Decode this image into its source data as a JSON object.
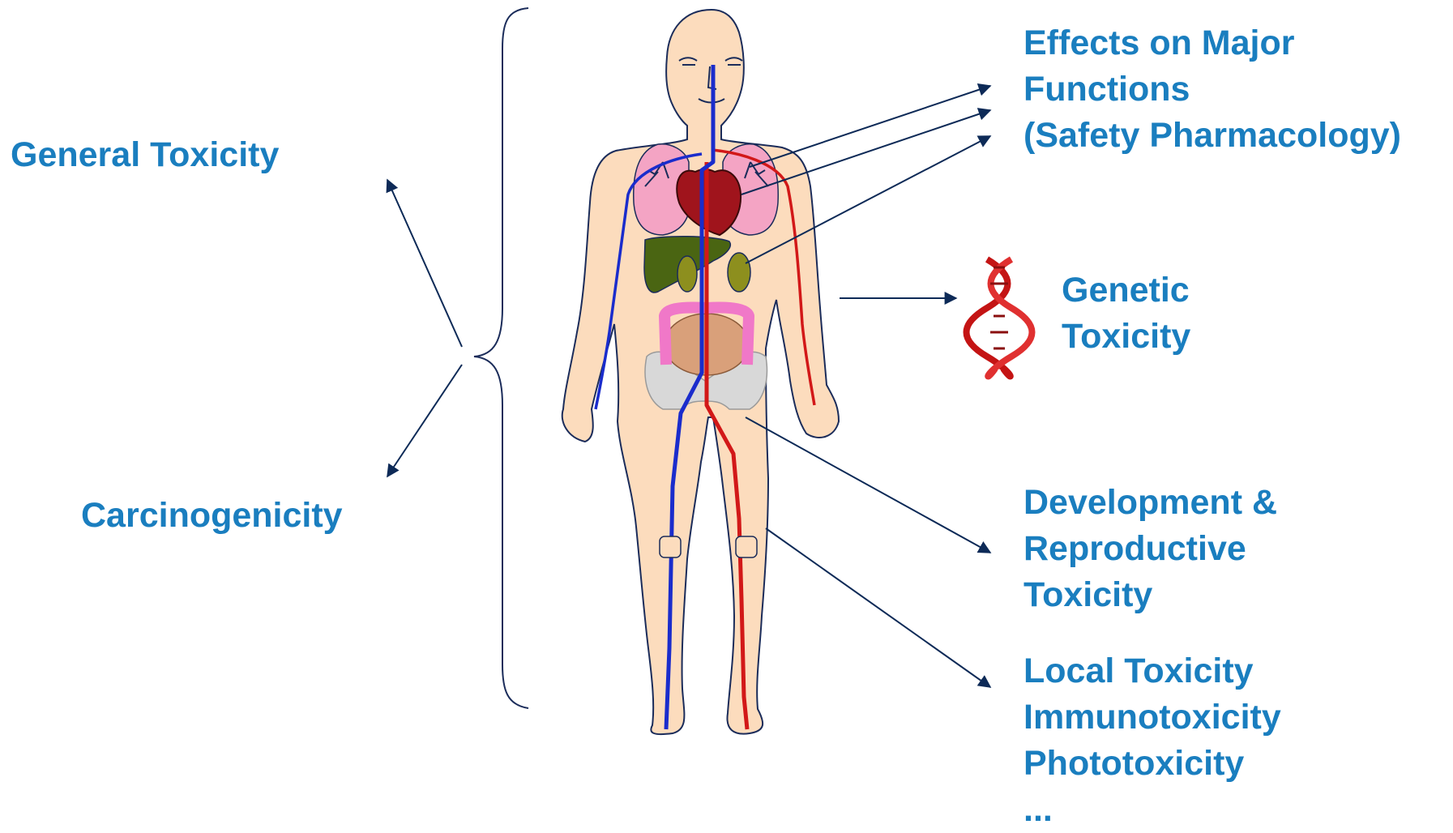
{
  "colors": {
    "label_text": "#1a7ebf",
    "arrow": "#0d2a57",
    "skin": "#fcdcbd",
    "outline": "#1b2c5a",
    "vein": "#1a2ccc",
    "artery": "#d21818",
    "lung": "#f4a4c4",
    "liver": "#4a6512",
    "kidney": "#8d8f1e",
    "intestine": "#f078c8",
    "heart": "#a0141c"
  },
  "labels": {
    "general_toxicity": "General Toxicity",
    "carcinogenicity": "Carcinogenicity",
    "safety_pharmacology": [
      "Effects on Major",
      "Functions",
      "(Safety Pharmacology)"
    ],
    "genetic_toxicity": [
      "Genetic",
      "Toxicity"
    ],
    "development_reproductive": [
      "Development &",
      "Reproductive",
      "Toxicity"
    ],
    "other_toxicities": [
      "Local Toxicity",
      "Immunotoxicity",
      "Phototoxicity",
      "..."
    ]
  },
  "icons": {
    "body": "human-body-anatomy-icon",
    "dna": "dna-helix-icon",
    "brace": "curly-brace"
  }
}
